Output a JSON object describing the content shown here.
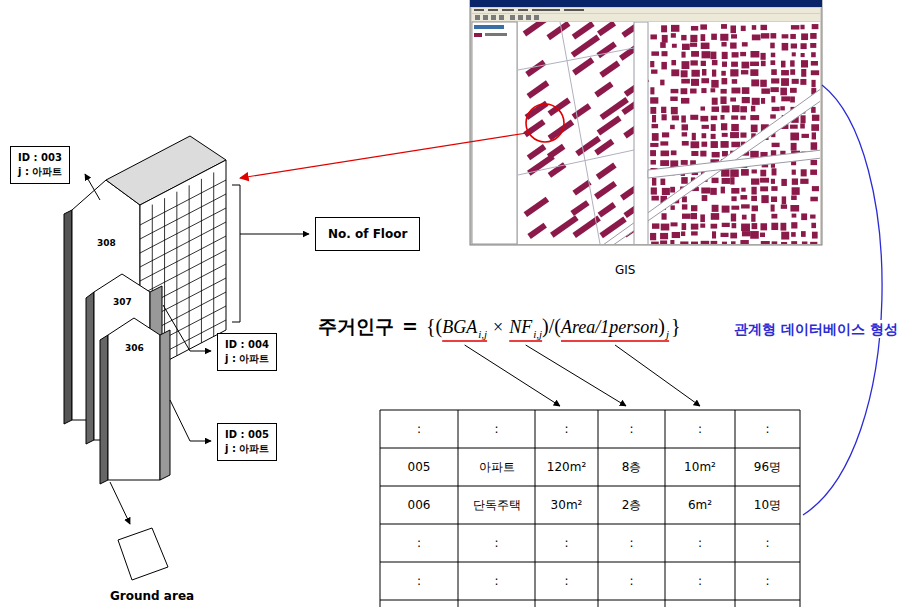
{
  "diagram": {
    "nodes": [
      {
        "text": [
          "ID : 003",
          "j : 아파트"
        ]
      },
      {
        "text": [
          "No. of Floor"
        ]
      },
      {
        "text": [
          "ID : 004",
          "j : 아파트"
        ]
      },
      {
        "text": [
          "ID : 005",
          "j : 아파트"
        ]
      }
    ],
    "labels": [
      "308",
      "307",
      "306",
      "Ground area",
      "GIS",
      "주거인구",
      "=",
      "{(",
      "BGA",
      "i,j",
      "×",
      "NF",
      "i,j",
      ")/(",
      "Area/1person",
      ")",
      "j",
      "}",
      "관계형 데이터베이스 형성",
      ":",
      ":",
      ":",
      ":",
      ":",
      ":",
      "005",
      "아파트",
      "120m²",
      "8층",
      "10m²",
      "96명",
      "006",
      "단독주택",
      "30m²",
      "2층",
      "6m²",
      "10명",
      ":",
      ":",
      ":",
      ":",
      ":",
      ":",
      ":",
      ":",
      ":",
      ":",
      ":",
      ":"
    ]
  }
}
